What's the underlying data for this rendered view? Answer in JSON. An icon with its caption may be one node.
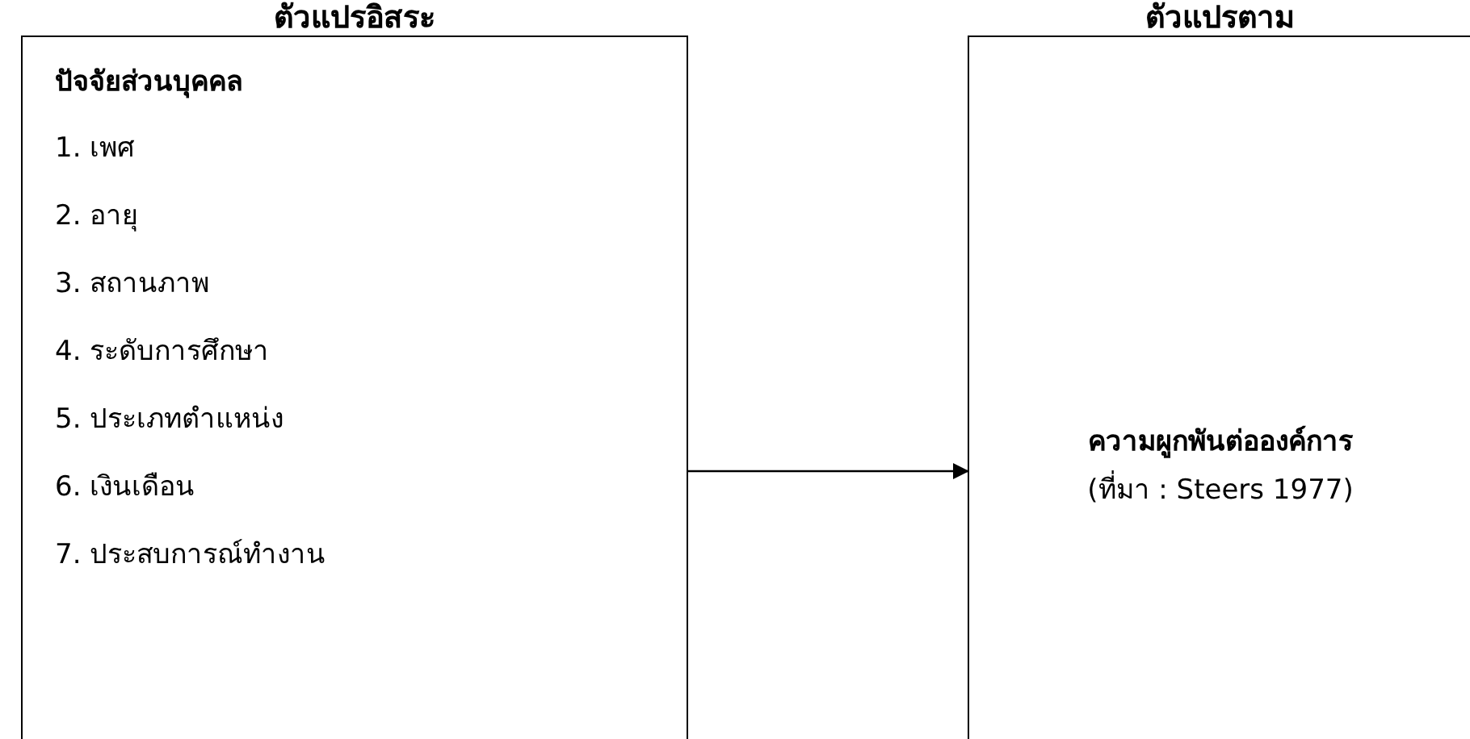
{
  "diagram": {
    "nodes": [
      {
        "text": [
          "ตัวแปรอิสระ",
          "ปัจจัยส่วนบุคคล",
          "1. เพศ",
          "2. อายุ",
          "3. สถานภาพ",
          "4. ระดับการศึกษา",
          "5. ประเภทตำแหน่ง",
          "6. เงินเดือน",
          "7. ประสบการณ์ทำงาน"
        ]
      },
      {
        "text": [
          "ตัวแปรตาม",
          "ความผูกพันต่อองค์การ",
          "(ที่มา : Steers 1977)"
        ]
      }
    ],
    "edges": [
      {
        "from": 0,
        "to": 1,
        "arrow": "to"
      }
    ]
  }
}
